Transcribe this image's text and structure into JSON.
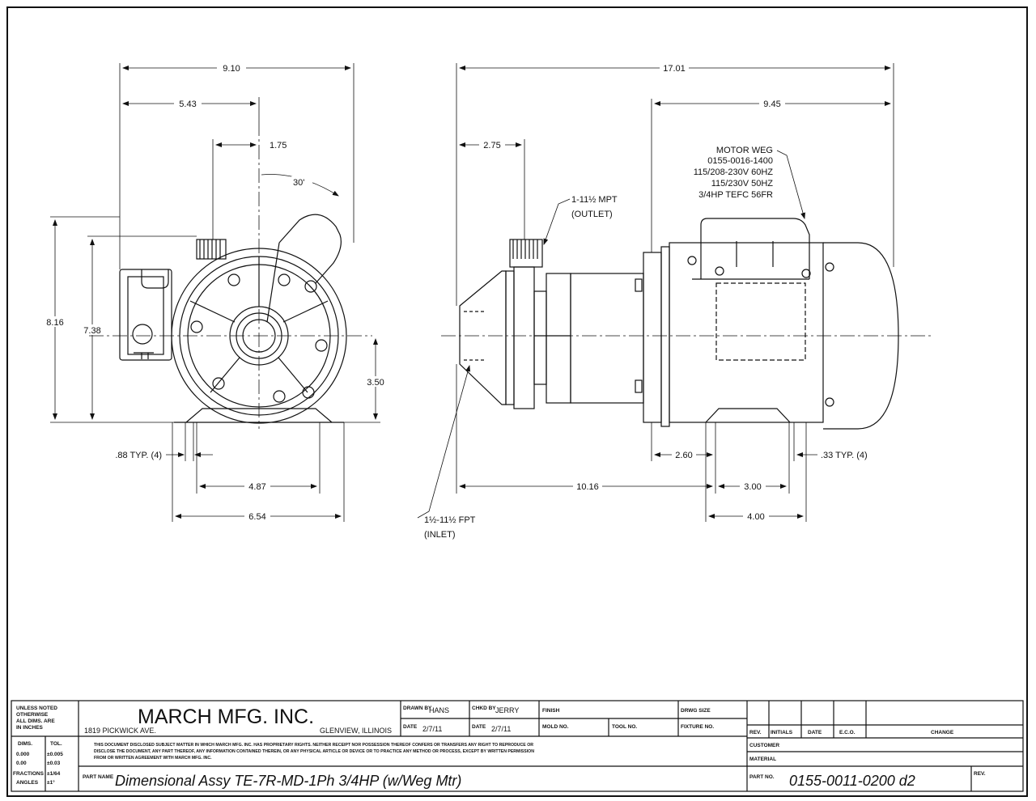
{
  "front_view": {
    "dims": {
      "overall_width": "9.10",
      "center_offset": "5.43",
      "outlet_offset": "1.75",
      "angle": "30'",
      "height_overall": "8.16",
      "height_inner": "7.38",
      "shaft_height": "3.50",
      "foot_hole": ".88 TYP. (4)",
      "foot_spacing": "4.87",
      "foot_width": "6.54"
    }
  },
  "side_view": {
    "dims": {
      "overall_length": "17.01",
      "motor_length": "9.45",
      "outlet_offset": "2.75",
      "inlet_to_foot": "10.16",
      "foot_offset": "2.60",
      "foot_hole_spacing": "3.00",
      "foot_length": "4.00",
      "foot_hole": ".33 TYP. (4)"
    },
    "outlet_note": [
      "1-11½ MPT",
      "(OUTLET)"
    ],
    "inlet_note": [
      "1½-11½ FPT",
      "(INLET)"
    ],
    "motor_note": [
      "MOTOR WEG",
      "0155-0016-1400",
      "115/208-230V 60HZ",
      "115/230V 50HZ",
      "3/4HP TEFC 56FR"
    ]
  },
  "title_block": {
    "tolerance_note": [
      "UNLESS NOTED",
      "OTHERWISE",
      "ALL DIMS. ARE",
      "IN INCHES"
    ],
    "dims_header": "DIMS.",
    "tol_header": "TOL.",
    "tolerances": [
      {
        "dim": "0.000",
        "tol": "±0.005"
      },
      {
        "dim": "0.00",
        "tol": "±0.03"
      },
      {
        "dim": "FRACTIONS",
        "tol": "±1/64"
      },
      {
        "dim": "ANGLES",
        "tol": "±1°"
      }
    ],
    "company": "MARCH MFG. INC.",
    "address": "1819 PICKWICK AVE.",
    "city": "GLENVIEW, ILLINOIS",
    "drawn_by_label": "DRAWN BY",
    "drawn_by": "HANS",
    "chkd_by_label": "CHKD BY",
    "chkd_by": "JERRY",
    "date_label": "DATE",
    "drawn_date": "2/7/11",
    "chkd_date": "2/7/11",
    "finish_label": "FINISH",
    "dwg_size_label": "DRWG SIZE",
    "mold_label": "MOLD NO.",
    "tool_label": "TOOL NO.",
    "fixture_label": "FIXTURE NO.",
    "legal": [
      "THIS DOCUMENT DISCLOSED SUBJECT MATTER IN WHICH MARCH MFG. INC. HAS PROPRIETARY RIGHTS. NEITHER RECEIPT NOR POSSESSION THEREOF CONFERS OR TRANSFERS ANY RIGHT TO REPRODUCE OR",
      "DISCLOSE THE DOCUMENT, ANY PART THEREOF, ANY INFORMATION CONTAINED THEREIN, OR ANY PHYSICAL ARTICLE OR DEVICE OR TO PRACTICE ANY METHOD OR PROCESS, EXCEPT BY WRITTEN PERMISSION",
      "FROM OR WRITTEN AGREEMENT WITH MARCH MFG. INC."
    ],
    "part_name_label": "PART NAME",
    "part_name": "Dimensional Assy TE-7R-MD-1Ph 3/4HP (w/Weg Mtr)",
    "part_no_label": "PART NO.",
    "part_no": "0155-0011-0200 d2",
    "rev_label": "REV.",
    "revision_headers": [
      "REV.",
      "INITIALS",
      "DATE",
      "E.C.O.",
      "CHANGE"
    ],
    "customer_label": "CUSTOMER",
    "material_label": "MATERIAL"
  }
}
